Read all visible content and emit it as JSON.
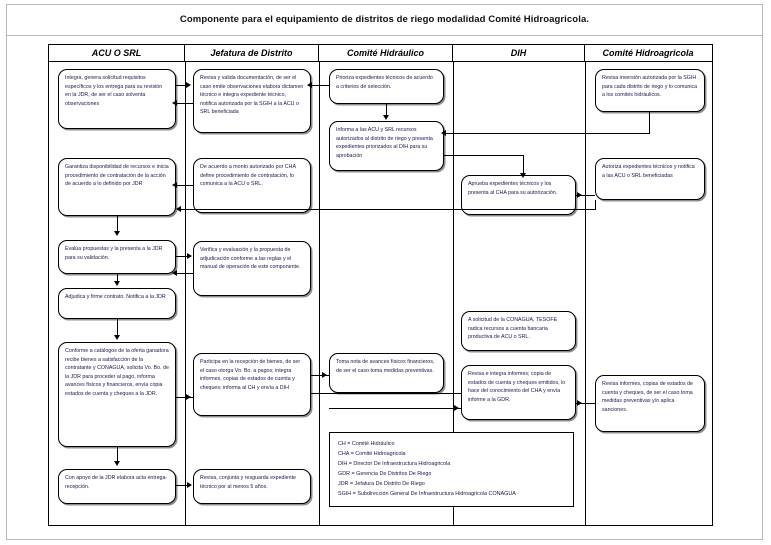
{
  "document": {
    "title": "Componente para el equipamiento de distritos de riego modalidad Comité Hidroagricola."
  },
  "chart_data": {
    "type": "diagram",
    "subtype": "swimlane-flowchart",
    "columns": [
      {
        "id": "acu-srl",
        "label": "ACU O SRL"
      },
      {
        "id": "jefatura-distrito",
        "label": "Jefatura de Distrito"
      },
      {
        "id": "comite-hidraulico",
        "label": "Comité Hidráulico"
      },
      {
        "id": "dih",
        "label": "DIH"
      },
      {
        "id": "comite-hidroagricola",
        "label": "Comité Hidroagricola"
      }
    ],
    "nodes": [
      {
        "id": "n1",
        "column": "acu-srl",
        "text": "Integra, genera solicitud requisitos específicos y los entrega para su revisión en la JDR, de ser el caso solventa observaciones"
      },
      {
        "id": "n2",
        "column": "acu-srl",
        "text": "Garantiza disponibilidad de recursos e inicia procedimiento de contratación de la acción de acuerdo a lo definido por JDR"
      },
      {
        "id": "n3",
        "column": "acu-srl",
        "text": "Evalúa propuestas y la presenta a la JDR para su validación."
      },
      {
        "id": "n4",
        "column": "acu-srl",
        "text": "Adjudica y firme contrato. Notifica a la JDR"
      },
      {
        "id": "n5",
        "column": "acu-srl",
        "text": "Conforme a catálogos de la oferta ganadora recibe bienes a satisfacción de la contratante y CONAGUA, solicita Vo. Bo. de la JDR para proceder al pago, informa avances físicos y financieros, envía copia estados de cuenta y cheques a la JDR."
      },
      {
        "id": "n6",
        "column": "acu-srl",
        "text": "Con apoyo de la JDR elabora acta entrega-recepción."
      },
      {
        "id": "n7",
        "column": "jefatura-distrito",
        "text": "Revisa y valida documentación, de ser el caso emite observaciones elabora dictamen técnico e integra expediente técnico, notifica autorizada por la SGIH a la ACU o SRL beneficiada"
      },
      {
        "id": "n8",
        "column": "jefatura-distrito",
        "text": "De acuerdo a monto autorizado por CHA define procedimiento de contratación, lo comunica a la ACU o SRL."
      },
      {
        "id": "n9",
        "column": "jefatura-distrito",
        "text": "Verifica y evaluación y la propuesta de adjudicación conforme a las reglas y el manual de operación de este componente."
      },
      {
        "id": "n10",
        "column": "jefatura-distrito",
        "text": "Participa en la recepción de bienes, de ser el caso otorga Vo. Bo. a pagos; integra informes, copias de estados de cuenta y cheques; informa al CH y envía a DIH"
      },
      {
        "id": "n11",
        "column": "jefatura-distrito",
        "text": "Revisa, conjunta y resguarda expediente técnico por al menos 5 años."
      },
      {
        "id": "n12",
        "column": "comite-hidraulico",
        "text": "Prioriza expedientes técnicos de acuerdo a criterios de selección."
      },
      {
        "id": "n13",
        "column": "comite-hidraulico",
        "text": "Informa a las ACU y SRL recursos autorizados al distrito de riego y presenta expedientes priorizados al DIH para su aprobación"
      },
      {
        "id": "n14",
        "column": "comite-hidraulico",
        "text": "Toma nota de avances físicos financieros, de ser el caso toma medidas preventivas."
      },
      {
        "id": "n15",
        "column": "dih",
        "text": "Aprueba expedientes técnicos y los presenta al CHA para su autorización."
      },
      {
        "id": "n16",
        "column": "dih",
        "text": "A solicitud de la CONAGUA, TESOFE radica recursos a cuenta bancaria productiva de ACU o SRL."
      },
      {
        "id": "n17",
        "column": "dih",
        "text": "Revisa e integra informes; copia de estados de cuenta y cheques emitidos, lo hace del conocimiento del CHA y envía informe a la GDR."
      },
      {
        "id": "n18",
        "column": "comite-hidroagricola",
        "text": "Revisa inversión autorizada por la SGIH para cada distrito de riego y lo comunica a los comités hidráulicos."
      },
      {
        "id": "n19",
        "column": "comite-hidroagricola",
        "text": "Autoriza expedientes técnicos y notifica a las ACU o SRL beneficiadas"
      },
      {
        "id": "n20",
        "column": "comite-hidroagricola",
        "text": "Revisa informes, copias de estados de cuenta y cheques, de ser el caso toma medidas preventivas y/o aplica sanciones."
      }
    ],
    "legend": {
      "title": "",
      "entries": [
        "CH   = Comité Hidráulico",
        "CHA = Comité Hidroagricola",
        "DIH = Director De Infraestructura Hidroagricola",
        "GDR = Gerencia De Distritos De Riego",
        "JDR = Jefatura De Distrito De Riego",
        "SGIH = Subdirección General De Infraestructura Hidroagricola CONAGUA"
      ]
    }
  }
}
